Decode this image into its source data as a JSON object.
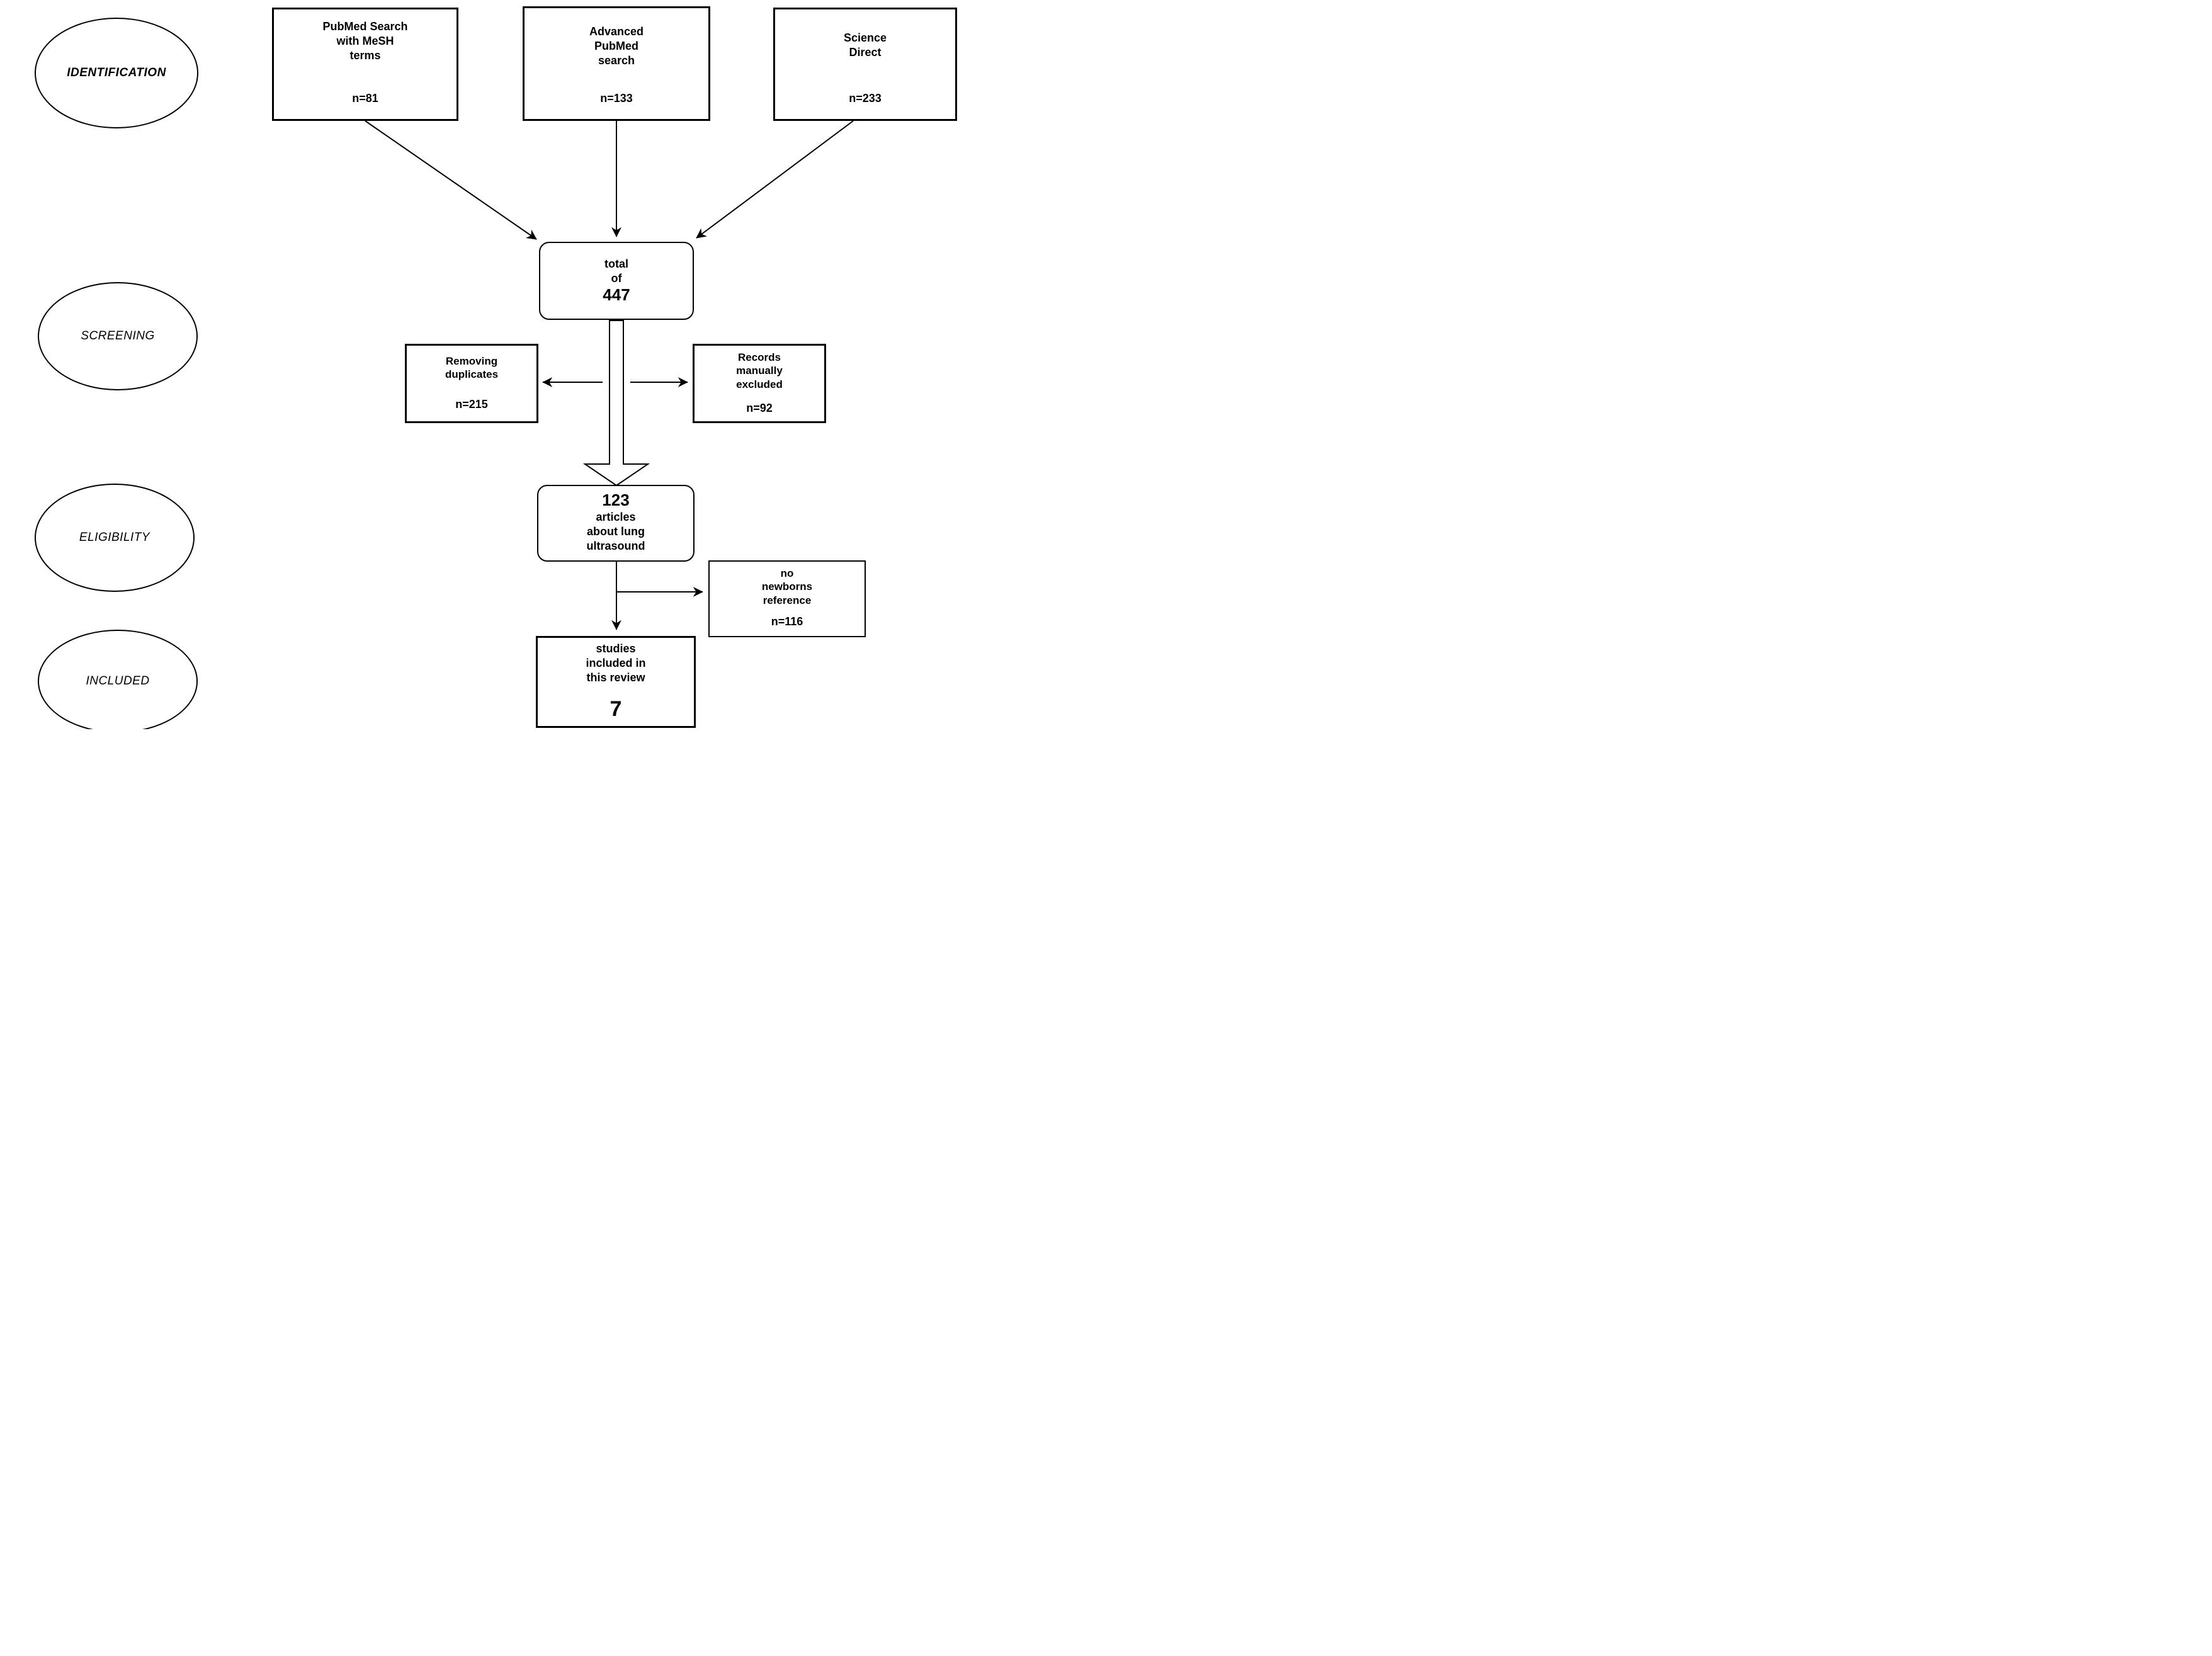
{
  "phases": {
    "identification": "IDENTIFICATION",
    "screening": "SCREENING",
    "eligibility": "ELIGIBILITY",
    "included": "INCLUDED"
  },
  "sources": [
    {
      "lines": [
        "PubMed Search",
        "with MeSH",
        "terms"
      ],
      "count": "n=81"
    },
    {
      "lines": [
        "Advanced",
        "PubMed",
        "search"
      ],
      "count": "n=133"
    },
    {
      "lines": [
        "Science",
        "Direct"
      ],
      "count": "n=233"
    }
  ],
  "total_box": {
    "lines": [
      "total",
      "of"
    ],
    "count": "447"
  },
  "screening_exclusions": {
    "removing_duplicates": {
      "lines": [
        "Removing",
        "duplicates"
      ],
      "count": "n=215"
    },
    "records_excluded": {
      "lines": [
        "Records",
        "manually",
        "excluded"
      ],
      "count": "n=92"
    }
  },
  "eligibility_box": {
    "count": "123",
    "lines": [
      "articles",
      "about lung",
      "ultrasound"
    ]
  },
  "eligibility_exclusion": {
    "lines": [
      "no",
      "newborns",
      "reference"
    ],
    "count": "n=116"
  },
  "included_box": {
    "lines": [
      "studies",
      "included in",
      "this review"
    ],
    "count": "7"
  }
}
